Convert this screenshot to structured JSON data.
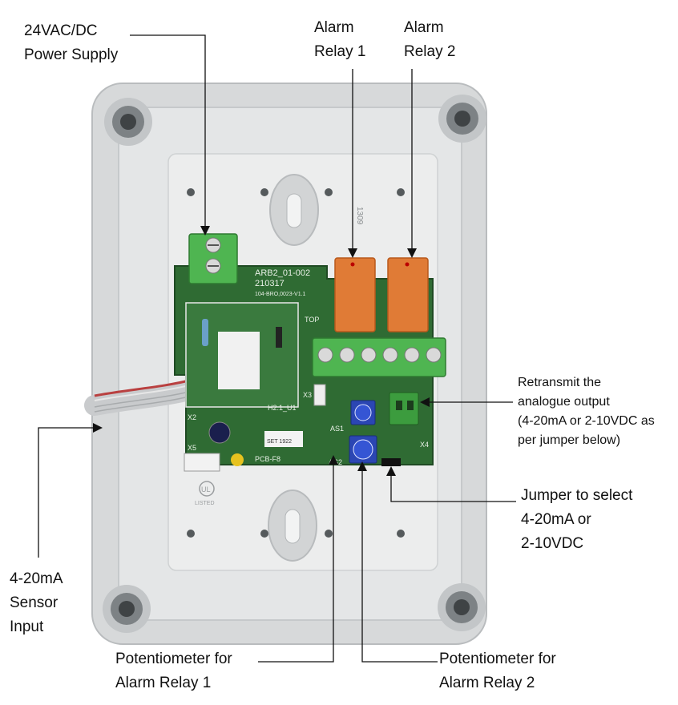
{
  "callouts": {
    "power_supply": [
      "24VAC/DC",
      "Power Supply"
    ],
    "alarm_relay_1": [
      "Alarm",
      "Relay 1"
    ],
    "alarm_relay_2": [
      "Alarm",
      "Relay 2"
    ],
    "retransmit": [
      "Retransmit the",
      "analogue output",
      "(4-20mA or 2-10VDC as",
      "per jumper below)"
    ],
    "jumper": [
      "Jumper to select",
      "4-20mA or",
      "2-10VDC"
    ],
    "sensor_input": [
      "4-20mA",
      "Sensor",
      "Input"
    ],
    "pot_relay_1": [
      "Potentiometer for",
      "Alarm Relay 1"
    ],
    "pot_relay_2": [
      "Potentiometer for",
      "Alarm Relay 2"
    ]
  },
  "board_markings": {
    "model": "ARB2_01-002",
    "date": "210317",
    "pcb_id": "104-BRO,0023-V1.1",
    "top": "TOP",
    "x3": "X3",
    "x2": "X2",
    "x5": "X5",
    "x4": "X4",
    "h2_1_u1": "H2.1_U1",
    "pcb_code": "PCB-F8",
    "as1": "AS1",
    "as2": "AS2",
    "serial": "SET 1922",
    "ul": "UL",
    "listed": "LISTED",
    "box_code": "1309"
  }
}
